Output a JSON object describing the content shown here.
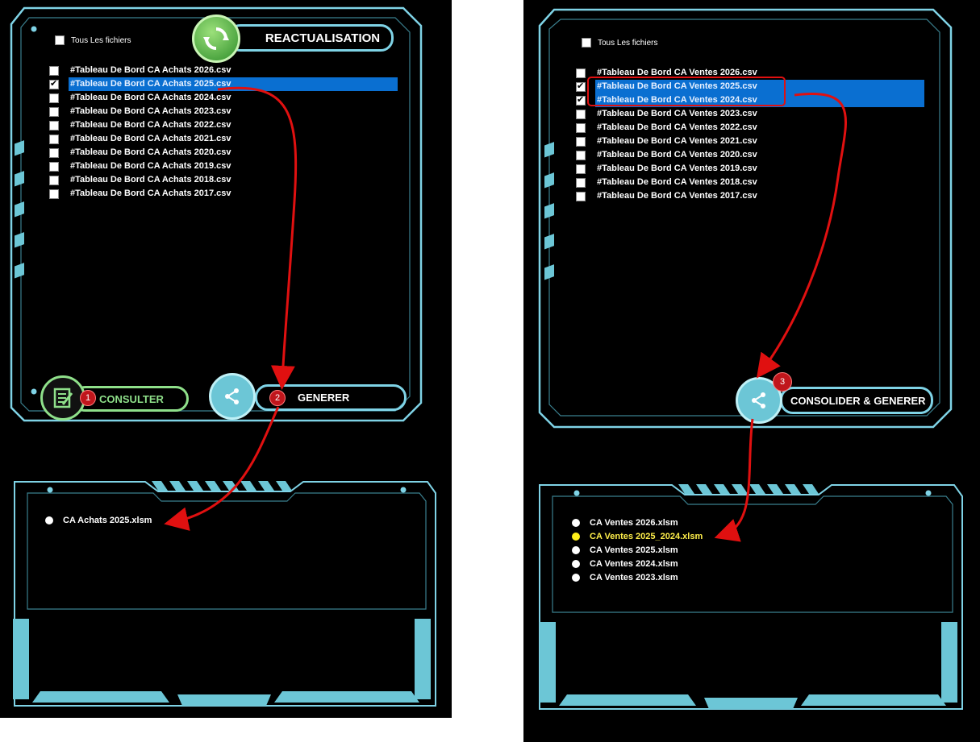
{
  "left": {
    "select_all_label": "Tous Les fichiers",
    "refresh_label": "REACTUALISATION",
    "files": [
      {
        "name": "#Tableau De Bord CA Achats 2026.csv",
        "checked": false,
        "selected": false
      },
      {
        "name": "#Tableau De Bord CA Achats 2025.csv",
        "checked": true,
        "selected": true
      },
      {
        "name": "#Tableau De Bord CA Achats 2024.csv",
        "checked": false,
        "selected": false
      },
      {
        "name": "#Tableau De Bord CA Achats 2023.csv",
        "checked": false,
        "selected": false
      },
      {
        "name": "#Tableau De Bord CA Achats 2022.csv",
        "checked": false,
        "selected": false
      },
      {
        "name": "#Tableau De Bord CA Achats 2021.csv",
        "checked": false,
        "selected": false
      },
      {
        "name": "#Tableau De Bord CA Achats 2020.csv",
        "checked": false,
        "selected": false
      },
      {
        "name": "#Tableau De Bord CA Achats 2019.csv",
        "checked": false,
        "selected": false
      },
      {
        "name": "#Tableau De Bord CA Achats 2018.csv",
        "checked": false,
        "selected": false
      },
      {
        "name": "#Tableau De Bord CA Achats 2017.csv",
        "checked": false,
        "selected": false
      }
    ],
    "consult_label": "CONSULTER",
    "consult_badge": "1",
    "generate_label": "GENERER",
    "generate_badge": "2",
    "outputs": [
      {
        "name": "CA Achats 2025.xlsm",
        "active": false
      }
    ]
  },
  "right": {
    "select_all_label": "Tous Les fichiers",
    "files": [
      {
        "name": "#Tableau De Bord CA Ventes 2026.csv",
        "checked": false,
        "selected": false
      },
      {
        "name": "#Tableau De Bord CA Ventes 2025.csv",
        "checked": true,
        "selected": true
      },
      {
        "name": "#Tableau De Bord CA Ventes 2024.csv",
        "checked": true,
        "selected": true
      },
      {
        "name": "#Tableau De Bord CA Ventes 2023.csv",
        "checked": false,
        "selected": false
      },
      {
        "name": "#Tableau De Bord CA Ventes 2022.csv",
        "checked": false,
        "selected": false
      },
      {
        "name": "#Tableau De Bord CA Ventes 2021.csv",
        "checked": false,
        "selected": false
      },
      {
        "name": "#Tableau De Bord CA Ventes 2020.csv",
        "checked": false,
        "selected": false
      },
      {
        "name": "#Tableau De Bord CA Ventes 2019.csv",
        "checked": false,
        "selected": false
      },
      {
        "name": "#Tableau De Bord CA Ventes 2018.csv",
        "checked": false,
        "selected": false
      },
      {
        "name": "#Tableau De Bord CA Ventes 2017.csv",
        "checked": false,
        "selected": false
      }
    ],
    "consolidate_label": "CONSOLIDER & GENERER",
    "consolidate_badge": "3",
    "outputs": [
      {
        "name": "CA Ventes 2026.xlsm",
        "active": false
      },
      {
        "name": "CA Ventes 2025_2024.xlsm",
        "active": true
      },
      {
        "name": "CA Ventes 2025.xlsm",
        "active": false
      },
      {
        "name": "CA Ventes 2024.xlsm",
        "active": false
      },
      {
        "name": "CA Ventes 2023.xlsm",
        "active": false
      }
    ]
  },
  "colors": {
    "frame": "#7fd3e6",
    "frame_dim": "#3a7f8e",
    "selection": "#0a6fd1",
    "arrow": "#e01010",
    "active_output": "#ffef4a",
    "green_accent": "#8fe08a"
  }
}
